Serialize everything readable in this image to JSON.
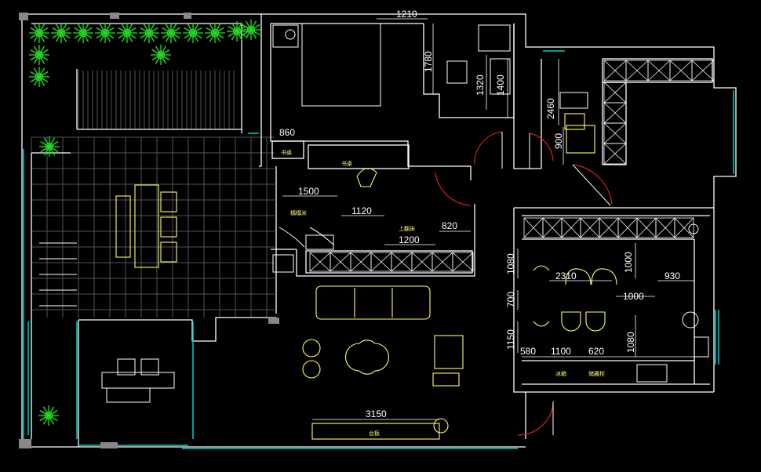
{
  "dimensions": {
    "bedroom_top": "1210",
    "bedroom_vertical": "1780",
    "bath_1320": "1320",
    "bath_1400": "1400",
    "corridor_2460": "2460",
    "corridor_900": "900",
    "study_860": "860",
    "study_1500": "1500",
    "study_1120": "1120",
    "study_1200": "1200",
    "study_820": "820",
    "dining_1080": "1080",
    "dining_2310": "2310",
    "dining_1000_v": "1000",
    "dining_930": "930",
    "dining_700": "700",
    "dining_1000_h": "1000",
    "dining_1150": "1150",
    "dining_1080_b": "1080",
    "dining_580": "580",
    "dining_1100": "1100",
    "dining_620": "620",
    "living_3150": "3150"
  },
  "labels": {
    "desk_upper": "书桌",
    "desk_small": "书桌",
    "bookcase": "榻榻米",
    "upper_bed": "上翻床",
    "counter": "台板",
    "fridge": "冰箱",
    "cabinet": "储藏柜"
  },
  "colors": {
    "background": "#000000",
    "wall": "#ffffff",
    "furniture": "#ffff66",
    "plants": "#22dd22",
    "door": "#cc2222",
    "window": "#00cccc",
    "hatch": "#666666"
  }
}
